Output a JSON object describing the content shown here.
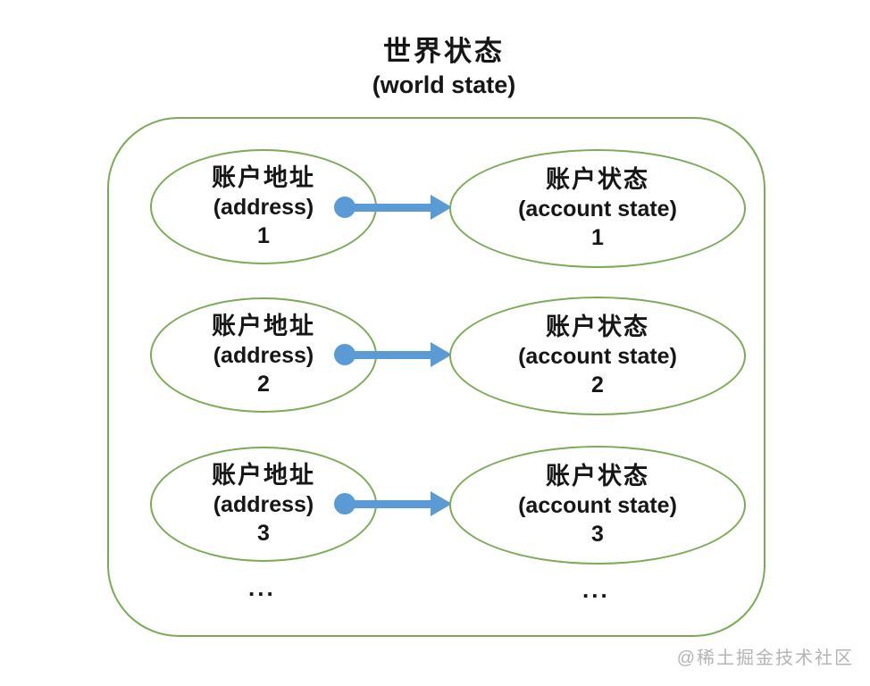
{
  "title": {
    "zh": "世界状态",
    "en": "(world state)"
  },
  "colors": {
    "outline_green": "#7bab55",
    "arrow_blue": "#5b9bd5",
    "text": "#161616",
    "watermark_gray": "#b4b4b4"
  },
  "rows": [
    {
      "address": {
        "zh": "账户地址",
        "en": "(address)",
        "num": "1"
      },
      "state": {
        "zh": "账户状态",
        "en": "(account state)",
        "num": "1"
      }
    },
    {
      "address": {
        "zh": "账户地址",
        "en": "(address)",
        "num": "2"
      },
      "state": {
        "zh": "账户状态",
        "en": "(account state)",
        "num": "2"
      }
    },
    {
      "address": {
        "zh": "账户地址",
        "en": "(address)",
        "num": "3"
      },
      "state": {
        "zh": "账户状态",
        "en": "(account state)",
        "num": "3"
      }
    }
  ],
  "ellipsis_left": "...",
  "ellipsis_right": "...",
  "watermark": "@稀土掘金技术社区"
}
